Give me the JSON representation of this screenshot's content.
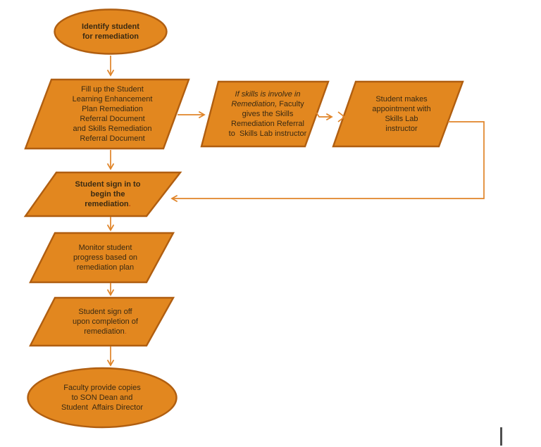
{
  "title": "Student remediation flowchart",
  "colors": {
    "background": "#FFFFFF",
    "shape_fill": "#E2871F",
    "shape_border": "#B05E10",
    "connector": "#E08428",
    "text": "#3A2A12",
    "accent_period": "#C0400A",
    "cursor": "#4F4F4F"
  },
  "nodes": [
    {
      "id": "start",
      "shape": "ellipse",
      "lines": [
        [
          {
            "t": "Identify student"
          }
        ],
        [
          {
            "t": "for remediation"
          }
        ]
      ]
    },
    {
      "id": "fill-up-documents",
      "shape": "parallelogram",
      "lines": [
        [
          {
            "t": "Fill up the Student"
          }
        ],
        [
          {
            "t": "Learning Enhancement"
          }
        ],
        [
          {
            "t": "Plan Remediation"
          }
        ],
        [
          {
            "t": "Referral Document"
          }
        ],
        [
          {
            "t": "and Skills Remediation"
          }
        ],
        [
          {
            "t": "Referral Document"
          }
        ]
      ]
    },
    {
      "id": "skills-referral",
      "shape": "parallelogram",
      "lines": [
        [
          {
            "t": "If skills is involve in",
            "i": true
          }
        ],
        [
          {
            "t": "Remediation,",
            "i": true
          },
          {
            "t": " Faculty"
          }
        ],
        [
          {
            "t": "gives the Skills"
          }
        ],
        [
          {
            "t": "Remediation Referral"
          }
        ],
        [
          {
            "t": "to  Skills Lab instructor"
          }
        ]
      ]
    },
    {
      "id": "appointment",
      "shape": "parallelogram",
      "lines": [
        [
          {
            "t": "Student makes"
          }
        ],
        [
          {
            "t": "appointment with"
          }
        ],
        [
          {
            "t": "Skills Lab"
          }
        ],
        [
          {
            "t": "instructor"
          }
        ]
      ]
    },
    {
      "id": "sign-in",
      "shape": "parallelogram",
      "lines": [
        [
          {
            "t": "Student sign in to"
          }
        ],
        [
          {
            "t": "begin the"
          }
        ],
        [
          {
            "t": "remediation"
          },
          {
            "t": ".",
            "c": "#C0400A"
          }
        ]
      ]
    },
    {
      "id": "monitor",
      "shape": "parallelogram",
      "lines": [
        [
          {
            "t": "Monitor student"
          }
        ],
        [
          {
            "t": "progress based on"
          }
        ],
        [
          {
            "t": "remediation plan"
          }
        ]
      ]
    },
    {
      "id": "sign-off",
      "shape": "parallelogram",
      "lines": [
        [
          {
            "t": "Student sign off"
          }
        ],
        [
          {
            "t": "upon completion of"
          }
        ],
        [
          {
            "t": "remediation"
          },
          {
            "t": ".",
            "c": "#C0400A"
          }
        ]
      ]
    },
    {
      "id": "end",
      "shape": "ellipse",
      "lines": [
        [
          {
            "t": "Faculty provide copies"
          }
        ],
        [
          {
            "t": "to SON Dean and"
          }
        ],
        [
          {
            "t": "Student  Affairs Director"
          }
        ]
      ]
    }
  ]
}
